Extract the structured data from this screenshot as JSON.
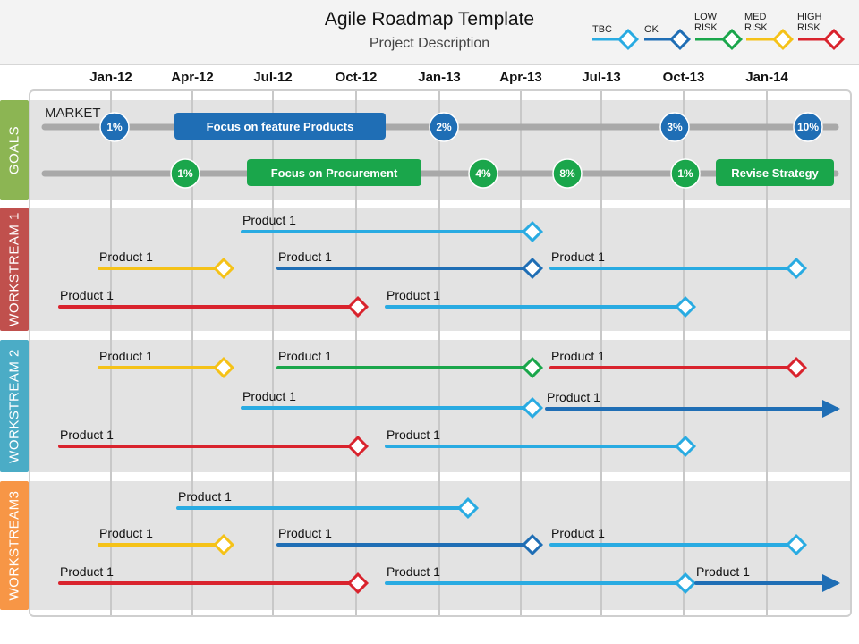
{
  "header": {
    "title": "Agile Roadmap Template",
    "subtitle": "Project Description"
  },
  "timeline": {
    "ticks": [
      "Jan-12",
      "Apr-12",
      "Jul-12",
      "Oct-12",
      "Jan-13",
      "Apr-13",
      "Jul-13",
      "Oct-13",
      "Jan-14"
    ]
  },
  "legend": [
    {
      "label": "TBC",
      "color": "#29abe2"
    },
    {
      "label": "OK",
      "color": "#1f6eb5"
    },
    {
      "label": "LOW\nRISK",
      "color": "#1aa64b"
    },
    {
      "label": "MED\nRISK",
      "color": "#f5c218"
    },
    {
      "label": "HIGH\nRISK",
      "color": "#d9232d"
    }
  ],
  "colors": {
    "tbc": "#29abe2",
    "ok": "#1f6eb5",
    "low": "#1aa64b",
    "med": "#f5c218",
    "high": "#d9232d"
  },
  "lanes": {
    "goals": {
      "label": "GOALS",
      "color": "#8cb553"
    },
    "ws1": {
      "label": "WORKSTREAM 1",
      "color": "#c0504d"
    },
    "ws2": {
      "label": "WORKSTREAM 2",
      "color": "#4bacc6"
    },
    "ws3": {
      "label": "WORKSTREAM3",
      "color": "#f79646"
    }
  },
  "goals": {
    "market_label": "MARKET",
    "row1": {
      "circles": [
        "1%",
        "2%",
        "3%",
        "10%"
      ],
      "box": "Focus on feature Products"
    },
    "row2": {
      "circles": [
        "1%",
        "4%",
        "8%",
        "1%"
      ],
      "boxes": [
        "Focus on Procurement",
        "Revise Strategy"
      ]
    }
  },
  "product_label": "Product 1"
}
